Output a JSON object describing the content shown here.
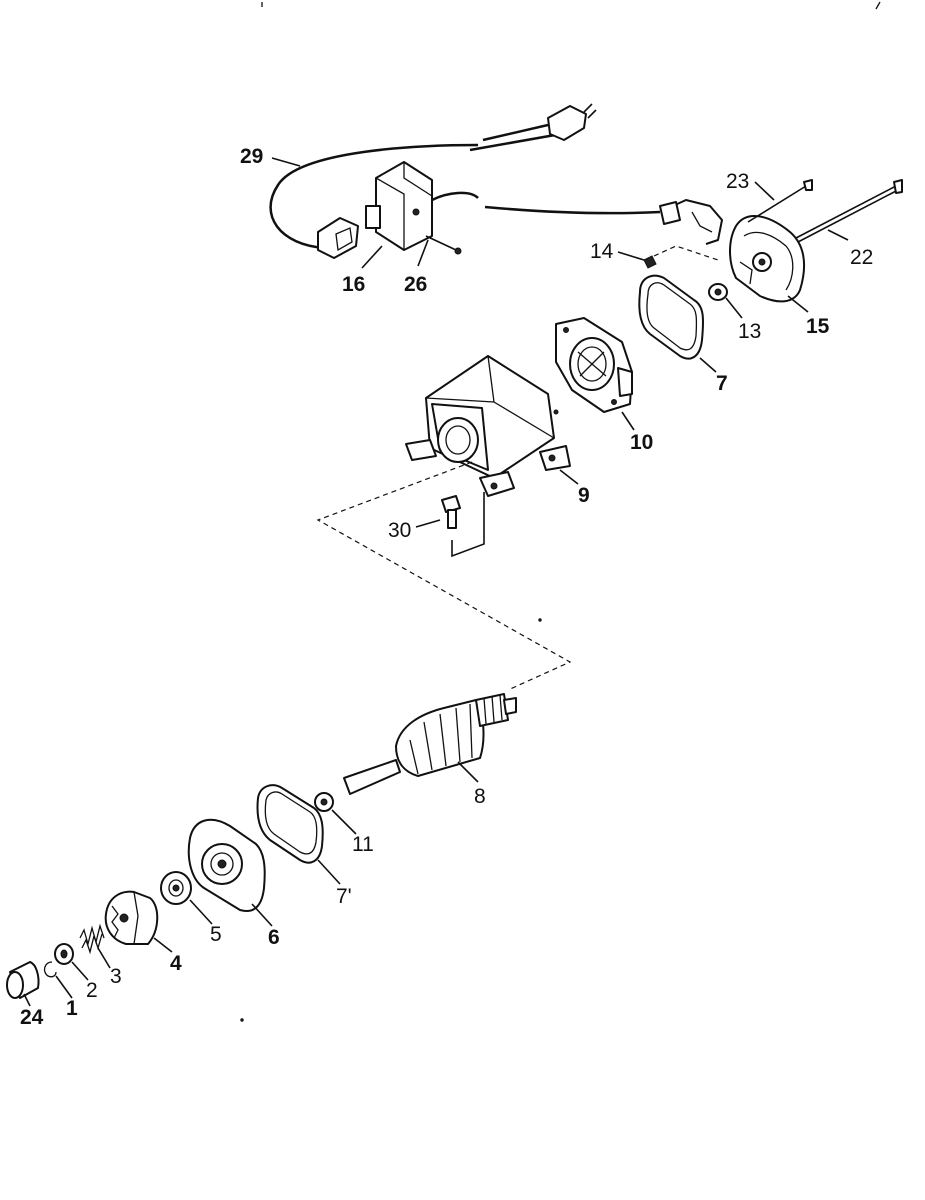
{
  "labels": {
    "p1": "1",
    "p2": "2",
    "p3": "3",
    "p4": "4",
    "p5": "5",
    "p6": "6",
    "p7a": "7",
    "p7b": "7'",
    "p8": "8",
    "p9": "9",
    "p10": "10",
    "p11": "11",
    "p13": "13",
    "p14": "14",
    "p15": "15",
    "p16": "16",
    "p22": "22",
    "p23": "23",
    "p24": "24",
    "p26": "26",
    "p29": "29",
    "p30": "30"
  }
}
